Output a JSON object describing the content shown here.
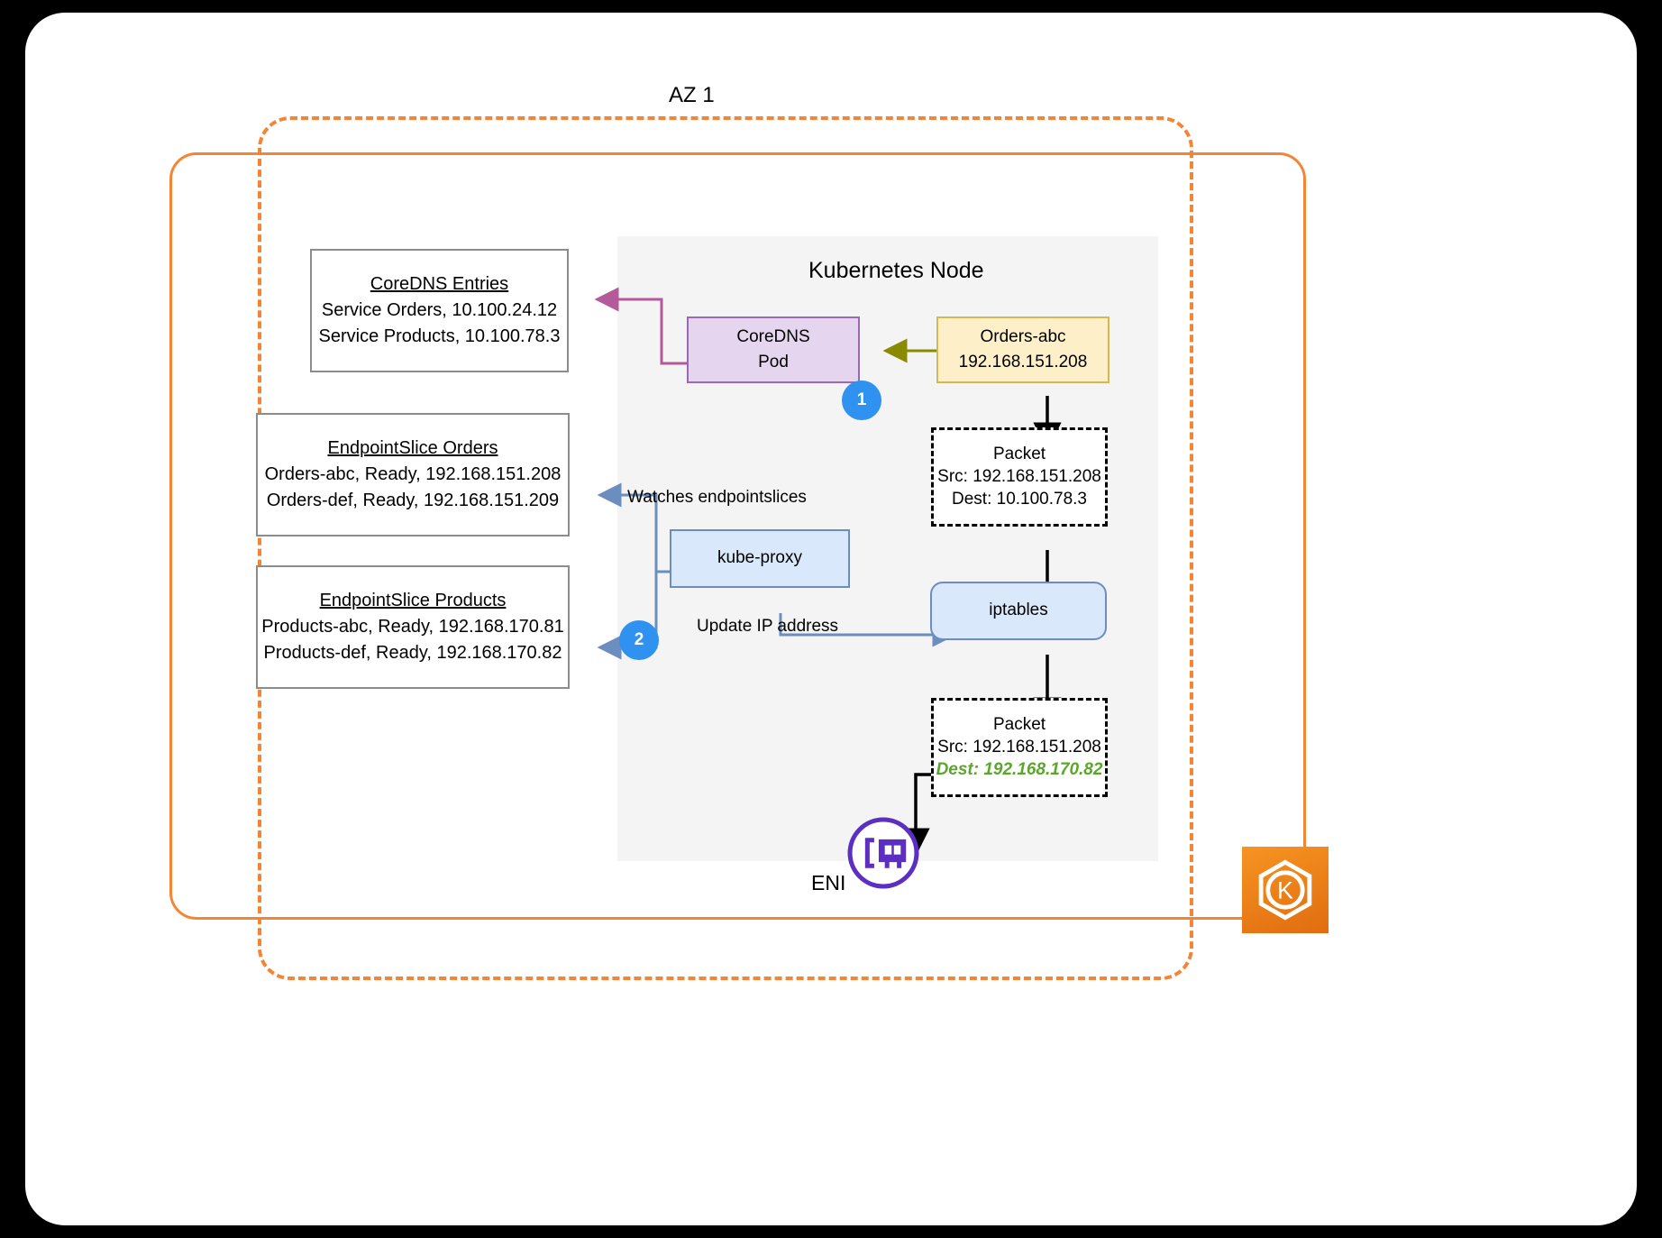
{
  "diagram": {
    "az_label": "AZ 1",
    "node_label": "Kubernetes Node",
    "eni_label": "ENI",
    "logo_letter": "K"
  },
  "coredns_entries": {
    "title": "CoreDNS Entries",
    "rows": [
      "Service Orders, 10.100.24.12",
      "Service Products, 10.100.78.3"
    ]
  },
  "endpointslice_orders": {
    "title": "EndpointSlice Orders",
    "rows": [
      "Orders-abc, Ready, 192.168.151.208",
      "Orders-def, Ready, 192.168.151.209"
    ]
  },
  "endpointslice_products": {
    "title": "EndpointSlice Products",
    "rows": [
      "Products-abc, Ready, 192.168.170.81",
      "Products-def, Ready, 192.168.170.82"
    ]
  },
  "coredns_pod": {
    "line1": "CoreDNS",
    "line2": "Pod"
  },
  "orders_pod": {
    "line1": "Orders-abc",
    "line2": "192.168.151.208"
  },
  "kube_proxy": {
    "label": "kube-proxy"
  },
  "iptables": {
    "label": "iptables"
  },
  "packet_before": {
    "title": "Packet",
    "src": "Src: 192.168.151.208",
    "dest": "Dest: 10.100.78.3"
  },
  "packet_after": {
    "title": "Packet",
    "src": "Src: 192.168.151.208",
    "dest": "Dest: 192.168.170.82"
  },
  "steps": {
    "one": "1",
    "two": "2"
  },
  "connector_labels": {
    "watches": "Watches endpointslices",
    "update_ip": "Update IP address"
  },
  "colors": {
    "orange": "#f58536",
    "purple_box": "#e6d5ef",
    "purple_border": "#9a68b5",
    "yellow_box": "#fdf0c9",
    "yellow_border": "#d6b656",
    "blue_box": "#dae8fc",
    "blue_border": "#6c8ebf",
    "step_badge": "#2f91f0",
    "green_text": "#5aa72b",
    "node_panel": "#f4f4f4",
    "box_border": "#8c8c8c",
    "eni_purple": "#5c2fc2",
    "dns_arrow": "#b45a9a",
    "pod_arrow": "#8a8a00"
  }
}
